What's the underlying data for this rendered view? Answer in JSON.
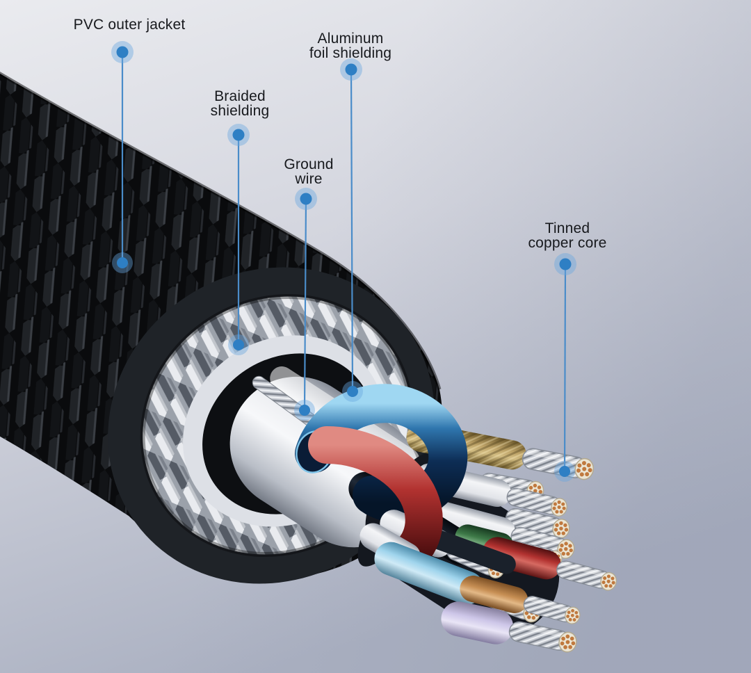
{
  "callouts": [
    {
      "id": "pvc-outer-jacket",
      "line1": "PVC outer jacket",
      "line2": ""
    },
    {
      "id": "aluminum-foil-shielding",
      "line1": "Aluminum",
      "line2": "foil shielding"
    },
    {
      "id": "braided-shielding",
      "line1": "Braided",
      "line2": "shielding"
    },
    {
      "id": "ground-wire",
      "line1": "Ground",
      "line2": "wire"
    },
    {
      "id": "tinned-copper-core",
      "line1": "Tinned",
      "line2": "copper core"
    }
  ],
  "style": {
    "label_text_color": "#17191d",
    "leader_line_color": "#4a8cc9",
    "dot_core_color": "#2e7fc4",
    "dot_glow_color": "rgba(106,166,224,0.42)",
    "background_top": "#e9eaee",
    "background_bottom": "#aeb3c4",
    "jacket_color": "#0a0b0d",
    "braid_silver": "#9ba1aa",
    "foil_white": "#f3f4f7",
    "copper_color": "#c0793e"
  }
}
